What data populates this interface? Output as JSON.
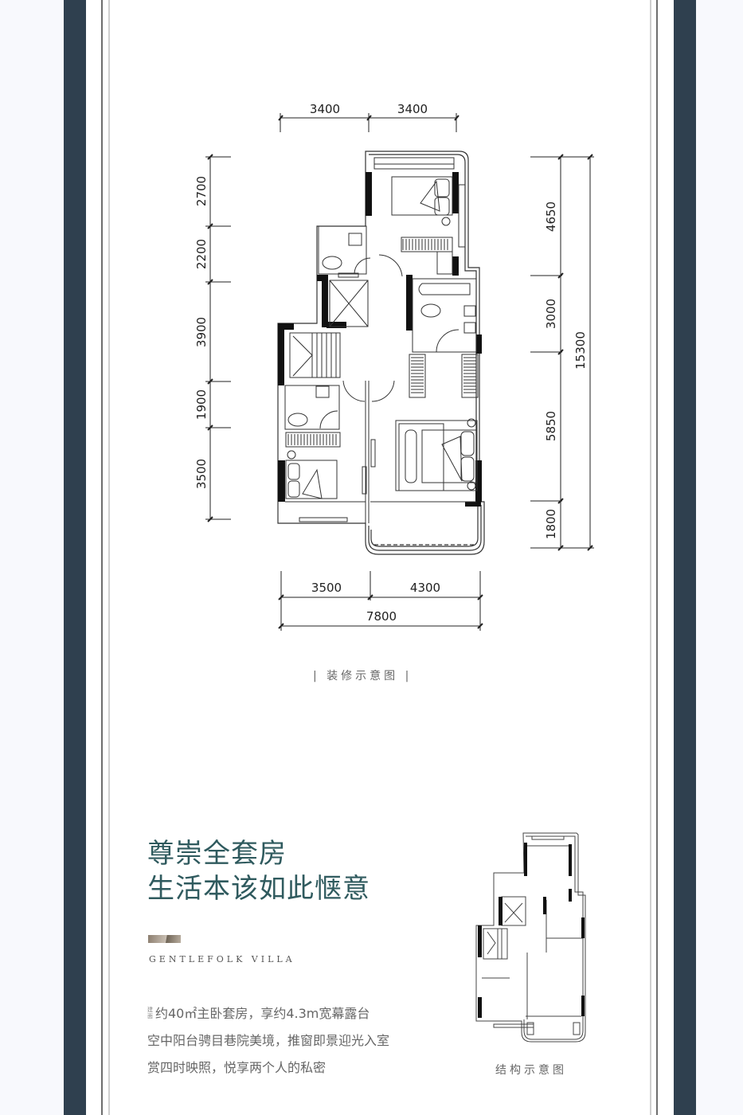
{
  "page": {
    "background": "#f8f9fd",
    "band_color": "#2f404f",
    "accent_title_color": "#2f5a5e"
  },
  "floorplan": {
    "caption": "| 装修示意图 |",
    "top_dims": [
      "3400",
      "3400"
    ],
    "left_dims": [
      "2700",
      "2200",
      "3900",
      "1900",
      "3500"
    ],
    "right_dims": [
      "4650",
      "3000",
      "5850",
      "1800"
    ],
    "right_total": "15300",
    "bottom_dims": [
      "3500",
      "4300"
    ],
    "bottom_total": "7800"
  },
  "feature": {
    "headline_line1": "尊崇全套房",
    "headline_line2": "生活本该如此惬意",
    "tagline": "GENTLEFOLK VILLA",
    "desc_prefix_top": "建",
    "desc_prefix_bottom": "面",
    "desc_line1": "约40㎡主卧套房，享约4.3m宽幕露台",
    "desc_line2": "空中阳台骋目巷院美境，推窗即景迎光入室",
    "desc_line3": "赏四时映照，悦享两个人的私密"
  },
  "structure": {
    "caption": "结构示意图"
  }
}
